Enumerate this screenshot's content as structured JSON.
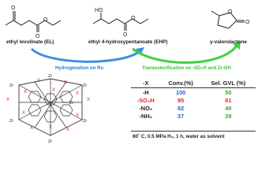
{
  "molecules": {
    "left_label": "ethyl levulinate (EL)",
    "middle_label": "ethyl 4-hydroxypentanoate (EHP)",
    "right_label": "γ-valerolactone"
  },
  "arrows": {
    "hydrogenation": "Hydrogenation on Ru",
    "transesterification": "Transesterification on -SO₃H and Zr-OH"
  },
  "atoms": {
    "oxygen": "O",
    "hydroxyl": "HO",
    "zirconium": "Zr",
    "substituent": "X"
  },
  "table": {
    "headers": [
      "-X",
      "Conv.(%)",
      "Sel. GVL (%)"
    ],
    "rows": [
      {
        "x": "-H",
        "conv": "100",
        "sel": "50"
      },
      {
        "x": "-SO₃H",
        "conv": "95",
        "sel": "61"
      },
      {
        "x": "-NO₂",
        "conv": "82",
        "sel": "40"
      },
      {
        "x": "-NH₂",
        "conv": "37",
        "sel": "29"
      }
    ],
    "conditions": "80˚ C, 0.5 MPa H₂, 1 h, water as solvent"
  },
  "colors": {
    "x_column": [
      "#222222",
      "#e8202a",
      "#222222",
      "#222222"
    ],
    "conv_column": "#2a62c9",
    "sel_column": "#3aa83a",
    "hydrogenation_arrow": "#3d8fe0",
    "transesterification_arrow": "#3fd13f",
    "x_marker": "#e02424"
  }
}
